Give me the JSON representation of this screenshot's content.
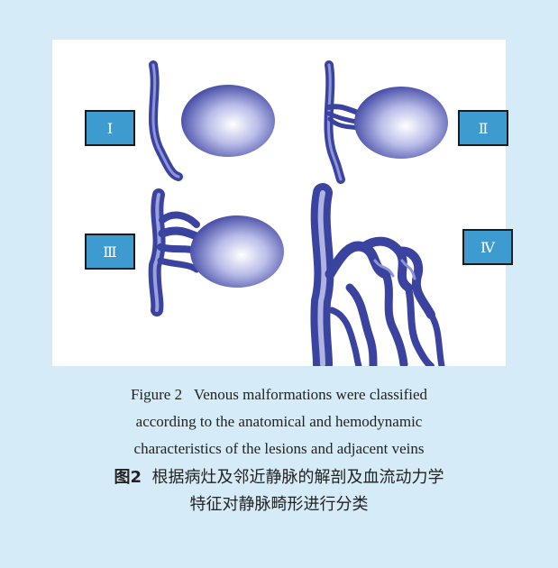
{
  "figure": {
    "types": [
      "Ⅰ",
      "Ⅱ",
      "Ⅲ",
      "Ⅳ"
    ]
  },
  "caption": {
    "en_label": "Figure 2",
    "en_lines": [
      "Venous malformations were classified",
      "according to the anatomical and hemodynamic",
      "characteristics of the lesions and adjacent veins"
    ],
    "zh_label": "图2",
    "zh_lines": [
      "根据病灶及邻近静脉的解剖及血流动力学",
      "特征对静脉畸形进行分类"
    ]
  },
  "colors": {
    "background": "#d5ebf7",
    "label_box": "#3d9bd0",
    "vein": "#3a43a0",
    "lesion_center": "#ffffff"
  }
}
